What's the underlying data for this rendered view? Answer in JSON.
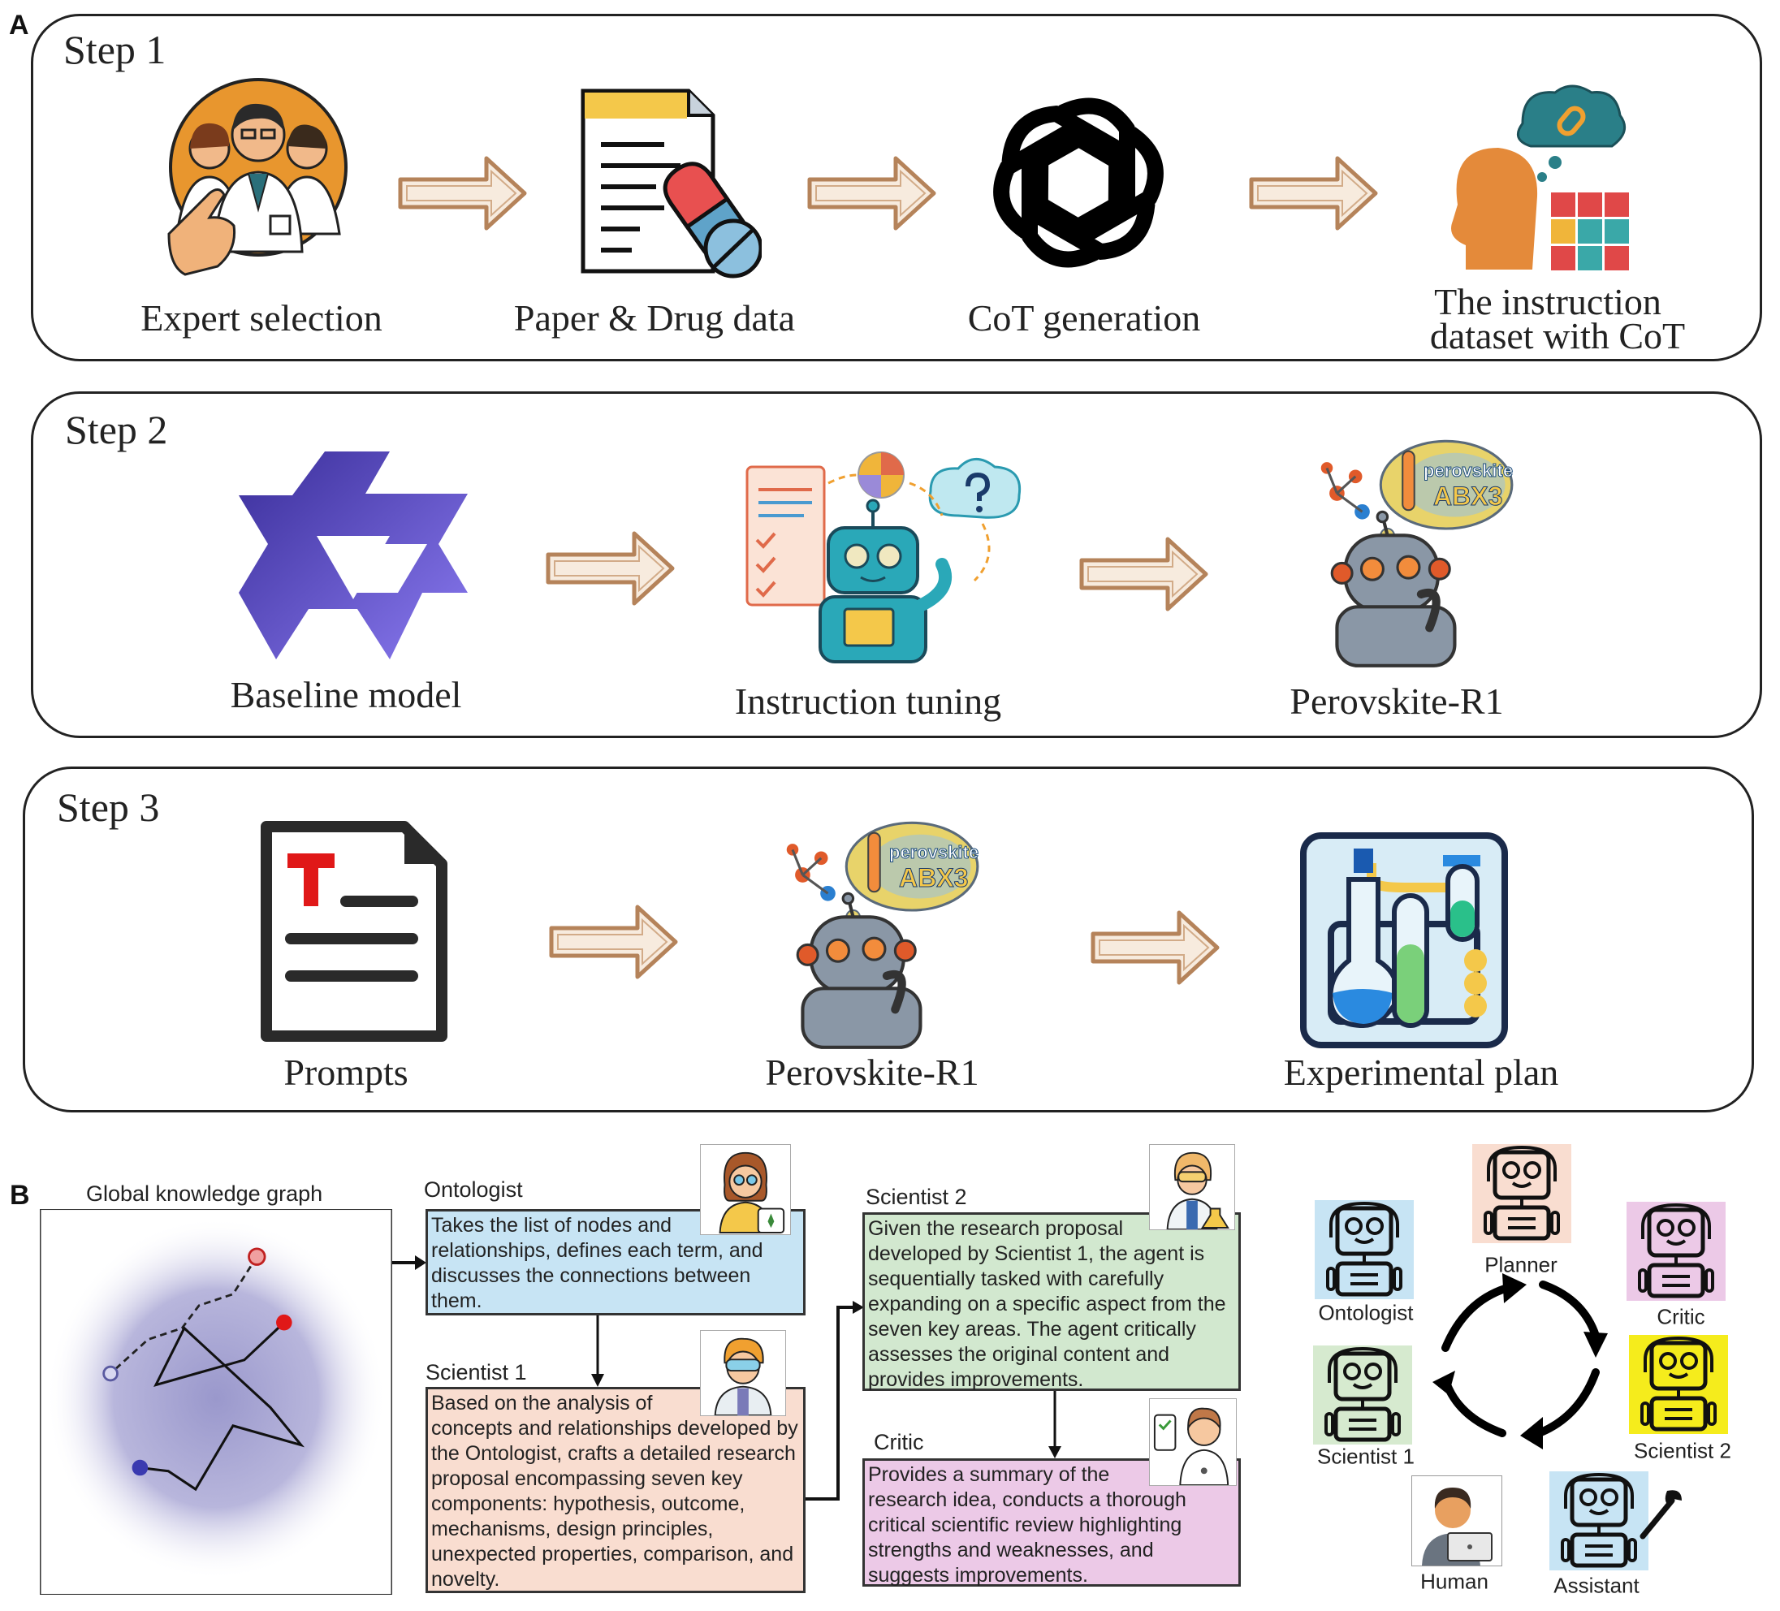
{
  "panel_a": {
    "letter": "A",
    "step1": {
      "title": "Step 1",
      "items": [
        {
          "label": "Expert selection",
          "icon": "expert-team-icon"
        },
        {
          "label": "Paper & Drug data",
          "icon": "paper-drug-icon"
        },
        {
          "label": "CoT generation",
          "icon": "openai-logo-icon"
        },
        {
          "label_line1": "The instruction",
          "label_line2": "dataset with CoT",
          "icon": "head-dataset-icon"
        }
      ]
    },
    "step2": {
      "title": "Step 2",
      "items": [
        {
          "label": "Baseline model",
          "icon": "qwen-logo-icon"
        },
        {
          "label": "Instruction tuning",
          "icon": "robot-learning-icon"
        },
        {
          "label": "Perovskite-R1",
          "icon": "thinking-robot-icon",
          "bubble_line1": "perovskite",
          "bubble_line2": "ABX3"
        }
      ]
    },
    "step3": {
      "title": "Step 3",
      "items": [
        {
          "label": "Prompts",
          "icon": "document-text-icon"
        },
        {
          "label": "Perovskite-R1",
          "icon": "thinking-robot-icon",
          "bubble_line1": "perovskite",
          "bubble_line2": "ABX3"
        },
        {
          "label": "Experimental plan",
          "icon": "lab-flasks-icon"
        }
      ]
    },
    "arrow_color": "#b5835a"
  },
  "panel_b": {
    "letter": "B",
    "graph_title": "Global knowledge graph",
    "agents": {
      "ontologist": {
        "title": "Ontologist",
        "text": "Takes the list of nodes and relationships, defines each term, and discusses the connections between them.",
        "color": "#c7e4f4"
      },
      "scientist1": {
        "title": "Scientist 1",
        "text": "Based on the analysis of concepts and relationships developed by the Ontologist, crafts a detailed research proposal encompassing seven key components: hypothesis, outcome, mechanisms, design principles, unexpected properties, comparison, and novelty.",
        "color": "#f9ddd0"
      },
      "scientist2": {
        "title": "Scientist 2",
        "text": "Given the research proposal developed by Scientist 1, the agent is sequentially tasked with carefully expanding on a specific aspect from the seven key areas. The agent critically assesses the original content and provides improvements.",
        "color": "#d2e8cf"
      },
      "critic": {
        "title": "Critic",
        "text": "Provides a summary of the research idea, conducts a thorough critical scientific review highlighting strengths and weaknesses, and suggests improvements.",
        "color": "#ecc9e7"
      }
    },
    "cycle": [
      {
        "label": "Planner",
        "color": "#f9ddd0"
      },
      {
        "label": "Ontologist",
        "color": "#c7e4f4"
      },
      {
        "label": "Critic",
        "color": "#ecc9e7"
      },
      {
        "label": "Scientist 1",
        "color": "#d6eacf"
      },
      {
        "label": "Scientist 2",
        "color": "#f5ec1c"
      },
      {
        "label": "Human",
        "color": "#ffffff"
      },
      {
        "label": "Assistant",
        "color": "#c7e4f4"
      }
    ]
  }
}
